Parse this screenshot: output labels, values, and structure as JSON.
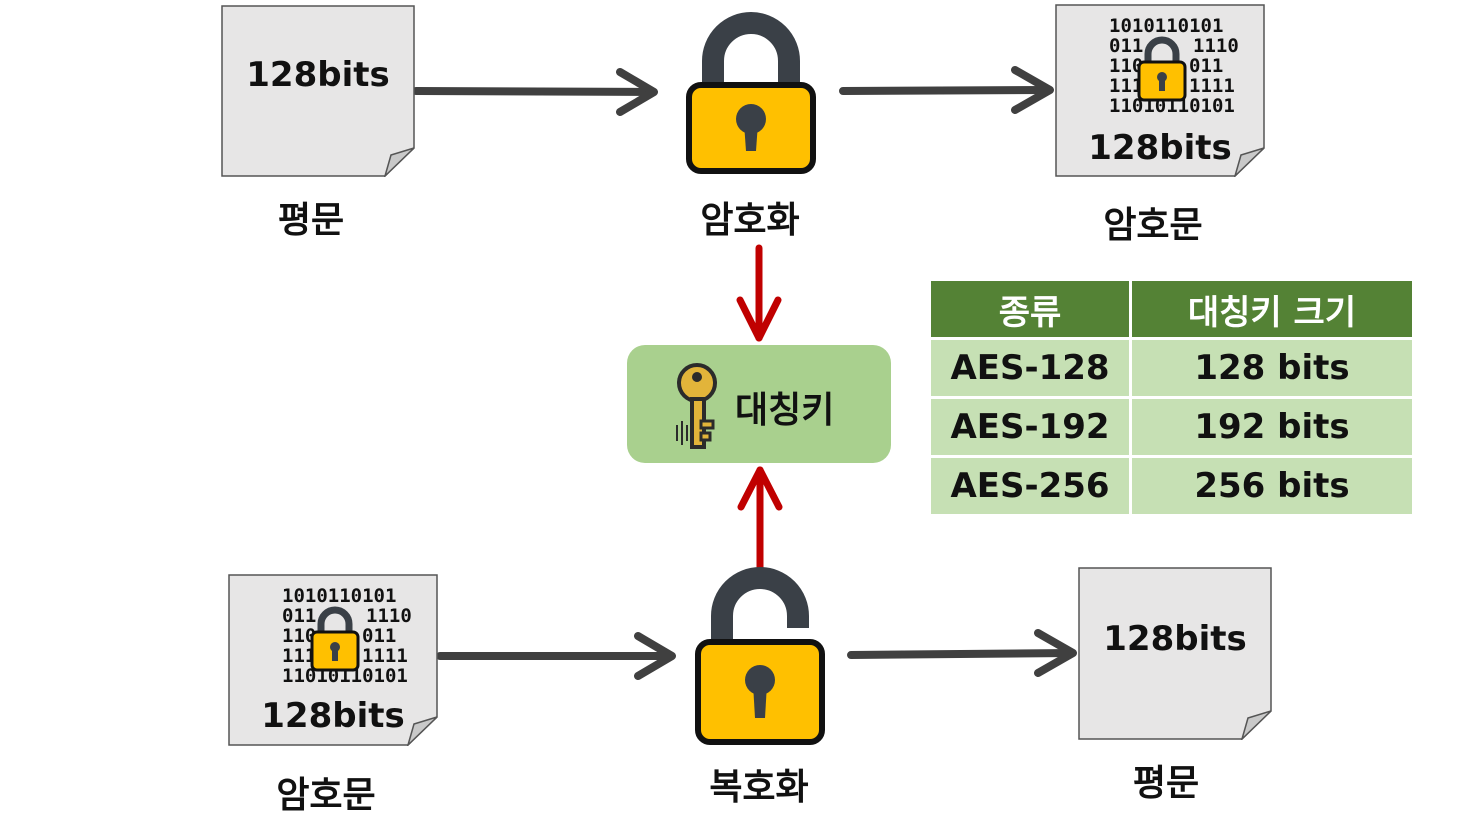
{
  "encrypt_row": {
    "plaintext_doc": "128bits",
    "plaintext_label": "평문",
    "encrypt_label": "암호화",
    "ciphertext_doc": "128bits",
    "ciphertext_label": "암호문"
  },
  "key": {
    "label": "대칭키"
  },
  "decrypt_row": {
    "ciphertext_doc": "128bits",
    "ciphertext_label": "암호문",
    "decrypt_label": "복호화",
    "plaintext_doc": "128bits",
    "plaintext_label": "평문"
  },
  "table": {
    "headers": [
      "종류",
      "대칭키 크기"
    ],
    "rows": [
      [
        "AES-128",
        "128 bits"
      ],
      [
        "AES-192",
        "192 bits"
      ],
      [
        "AES-256",
        "256 bits"
      ]
    ]
  },
  "binary_lines": [
    "1010110101",
    "011",
    "1110",
    "110",
    "011",
    "1111",
    "1111",
    "011",
    "110",
    "11010110101"
  ],
  "colors": {
    "arrow": "#404040",
    "key_arrow": "#c00000",
    "lock_body": "#ffc000",
    "lock_shackle": "#3a4047",
    "key_box": "#a9d08e",
    "table_header": "#548235",
    "table_cell": "#c6e0b4",
    "doc_fill": "#e7e6e6"
  },
  "icons": [
    "document-icon",
    "lock-closed-icon",
    "lock-open-icon",
    "key-icon",
    "encrypted-file-icon"
  ]
}
